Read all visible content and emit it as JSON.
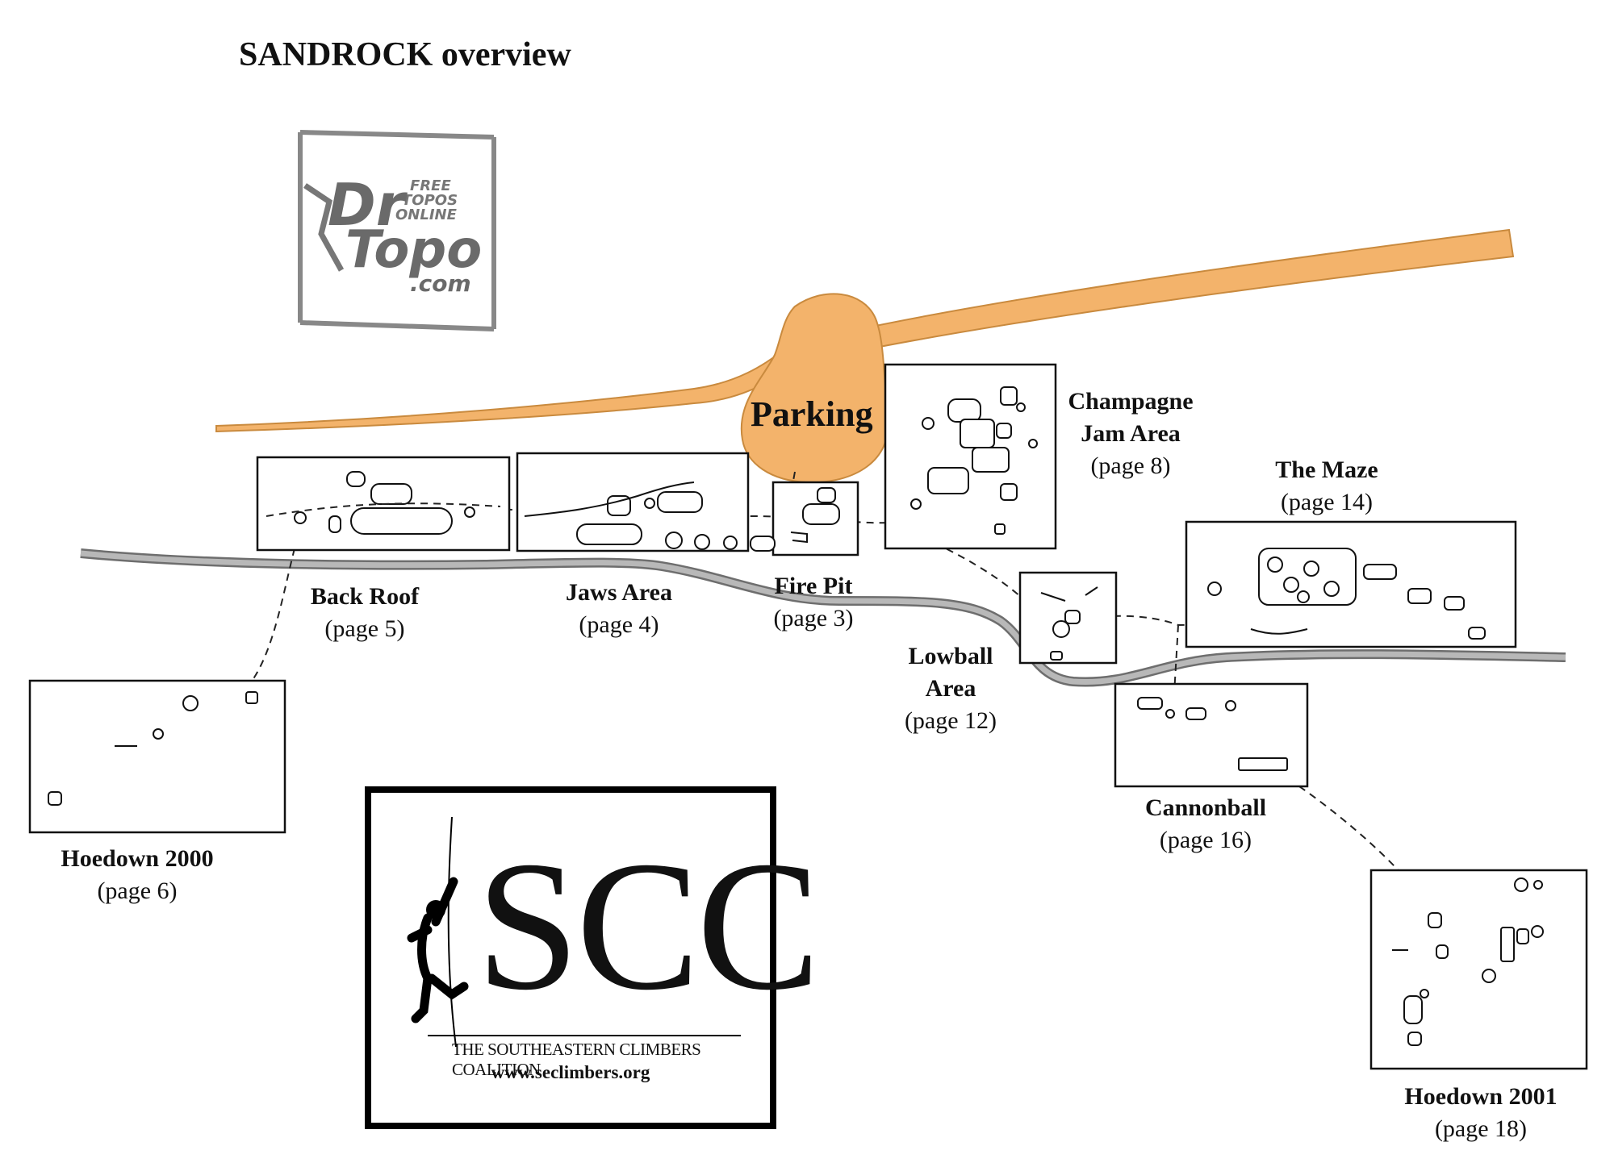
{
  "title": "SANDROCK overview",
  "parking_label": "Parking",
  "areas": [
    {
      "id": "back-roof",
      "name": "Back Roof",
      "page": "(page 5)"
    },
    {
      "id": "jaws",
      "name": "Jaws Area",
      "page": "(page 4)"
    },
    {
      "id": "fire-pit",
      "name": "Fire Pit",
      "page": "(page 3)"
    },
    {
      "id": "champagne",
      "name": "Champagne",
      "name2": "Jam Area",
      "page": "(page 8)"
    },
    {
      "id": "maze",
      "name": "The Maze",
      "page": "(page 14)"
    },
    {
      "id": "lowball",
      "name": "Lowball",
      "name2": "Area",
      "page": "(page 12)"
    },
    {
      "id": "cannonball",
      "name": "Cannonball",
      "page": "(page 16)"
    },
    {
      "id": "hoedown2000",
      "name": "Hoedown 2000",
      "page": "(page 6)"
    },
    {
      "id": "hoedown2001",
      "name": "Hoedown 2001",
      "page": "(page 18)"
    }
  ],
  "logos": {
    "drtopo": {
      "line1": "FREE",
      "line2": "TOPOS",
      "line3": "ONLINE",
      "brand1": "Dr",
      "brand2": "Topo",
      "suffix": ".com"
    },
    "scc": {
      "letters": "SCC",
      "org_name": "THE SOUTHEASTERN CLIMBERS COALITION",
      "url": "www.seclimbers.org"
    }
  },
  "colors": {
    "road": "#f3b36b",
    "road_edge": "#c98a3e",
    "trail_road": "#9a9a9a",
    "ink": "#111111"
  }
}
